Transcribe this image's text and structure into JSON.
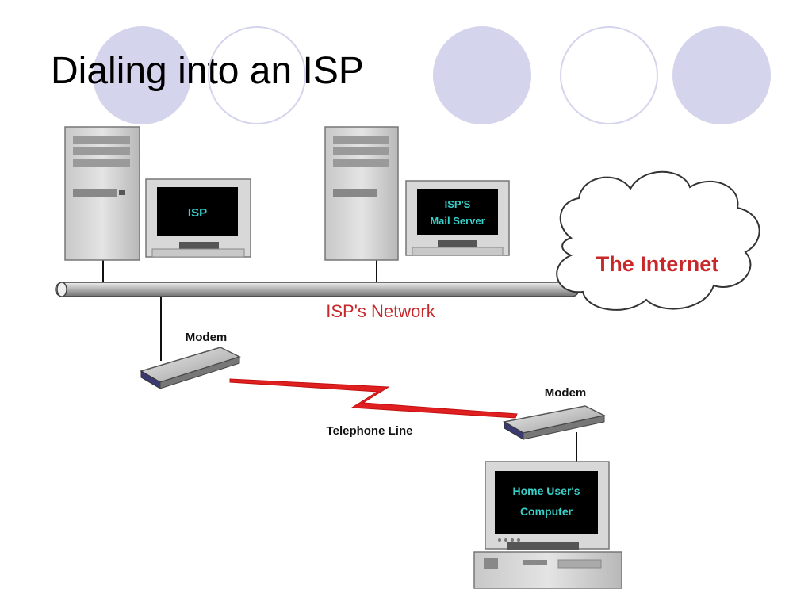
{
  "slide": {
    "title": "Dialing into an ISP"
  },
  "colors": {
    "circle_fill": "#d4d4ec",
    "screen": "#000000",
    "screen_text": "#38d0c8",
    "internet_text": "#c8282a",
    "network_text": "#c8282a",
    "telephone_line": "#e02020"
  },
  "diagram": {
    "isp_screen": "ISP",
    "mail_screen_line1": "ISP'S",
    "mail_screen_line2": "Mail Server",
    "cloud_label": "The Internet",
    "network_label": "ISP's Network",
    "modem_top_label": "Modem",
    "modem_bottom_label": "Modem",
    "telephone_label": "Telephone Line",
    "home_screen_line1": "Home User's",
    "home_screen_line2": "Computer"
  }
}
